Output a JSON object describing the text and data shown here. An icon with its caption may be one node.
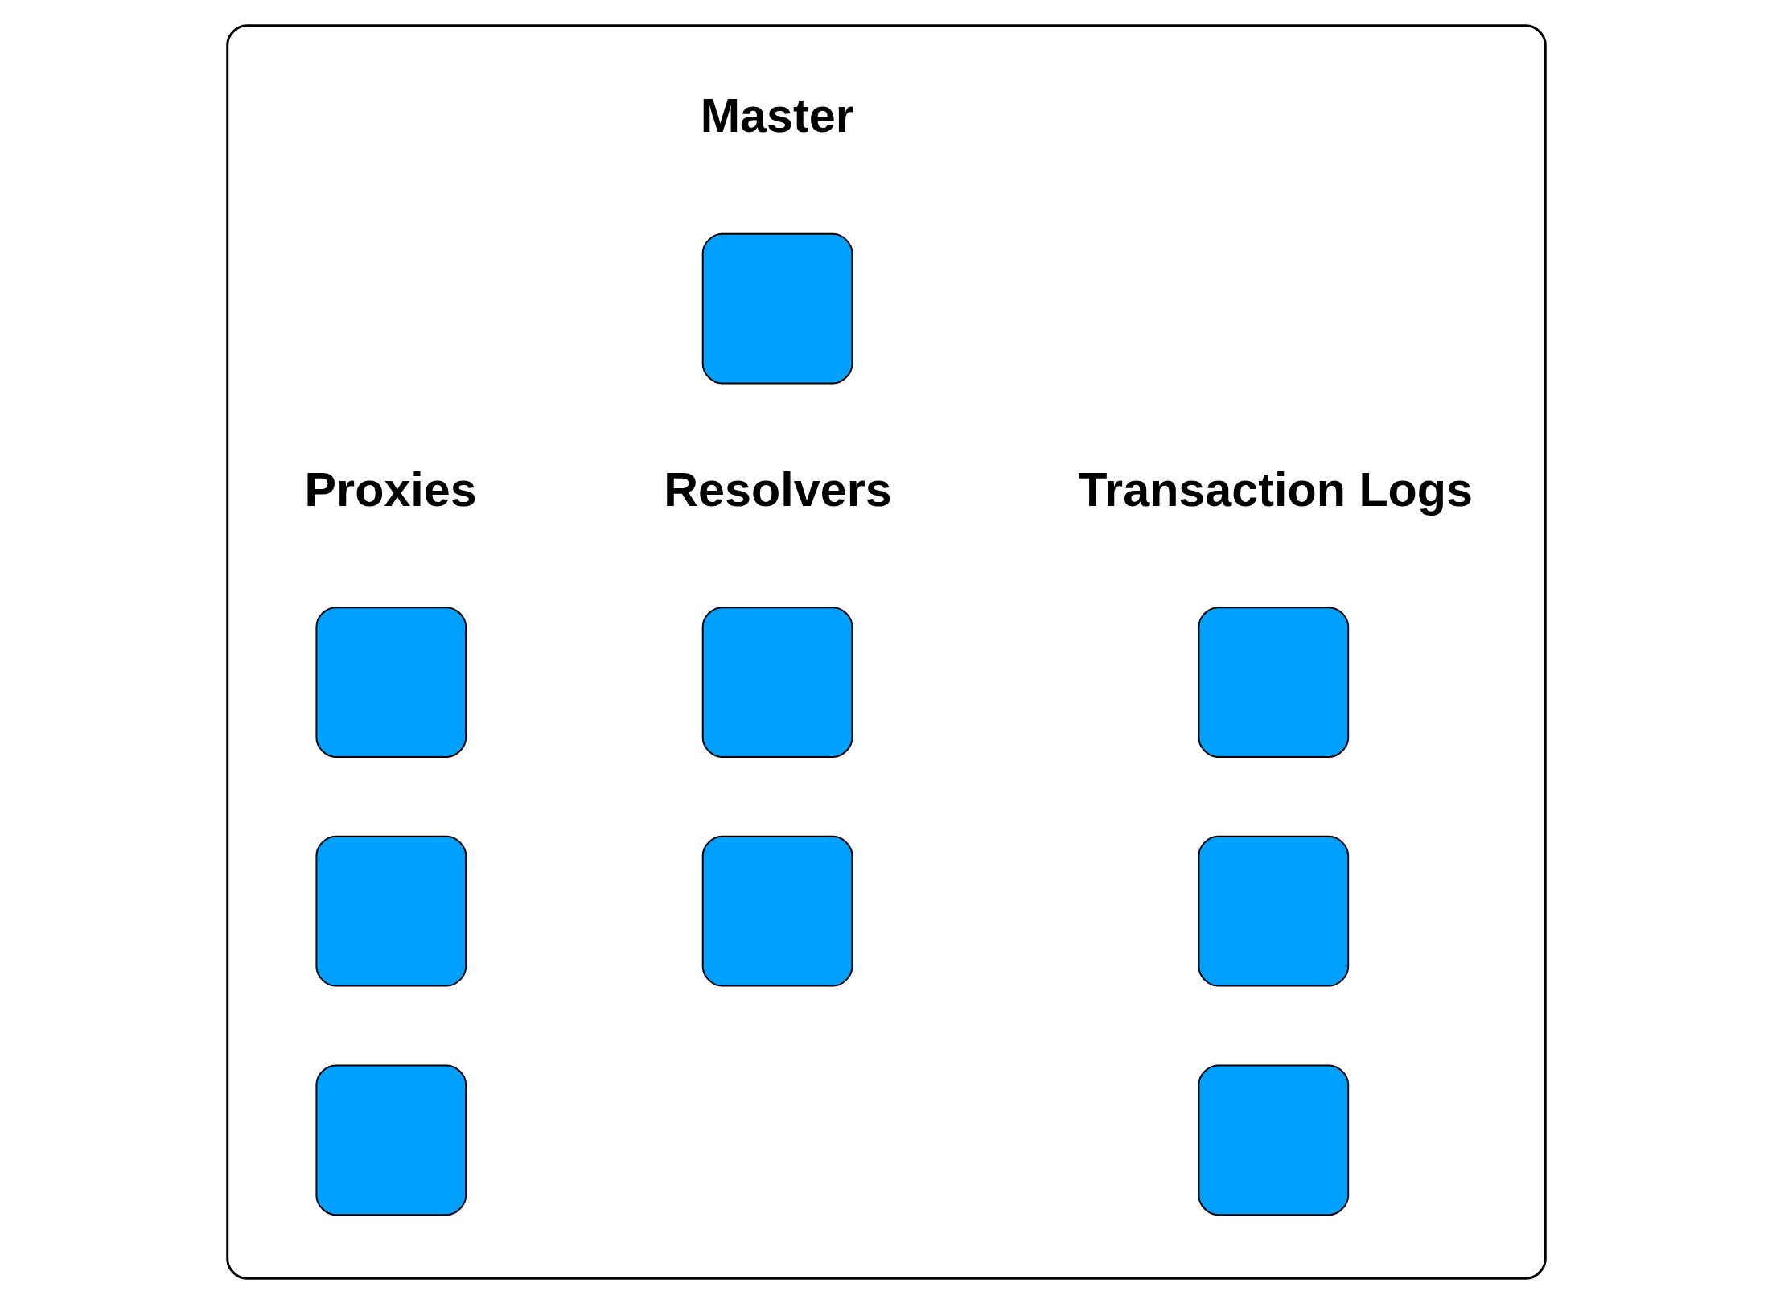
{
  "diagram": {
    "nodes": [
      {
        "text": [],
        "shape": "box"
      },
      {
        "text": [],
        "shape": "box",
        "in": 0
      },
      {
        "text": [],
        "shape": "box",
        "in": 0
      },
      {
        "text": [],
        "shape": "box",
        "in": 0
      },
      {
        "text": [],
        "shape": "box",
        "in": 0
      },
      {
        "text": [],
        "shape": "box",
        "in": 0
      },
      {
        "text": [],
        "shape": "box",
        "in": 0
      },
      {
        "text": [],
        "shape": "box",
        "in": 0
      },
      {
        "text": [],
        "shape": "box",
        "in": 0
      },
      {
        "text": [],
        "shape": "box",
        "in": 0
      }
    ],
    "labels": [
      "Master",
      "Proxies",
      "Resolvers",
      "Transaction Logs"
    ]
  }
}
